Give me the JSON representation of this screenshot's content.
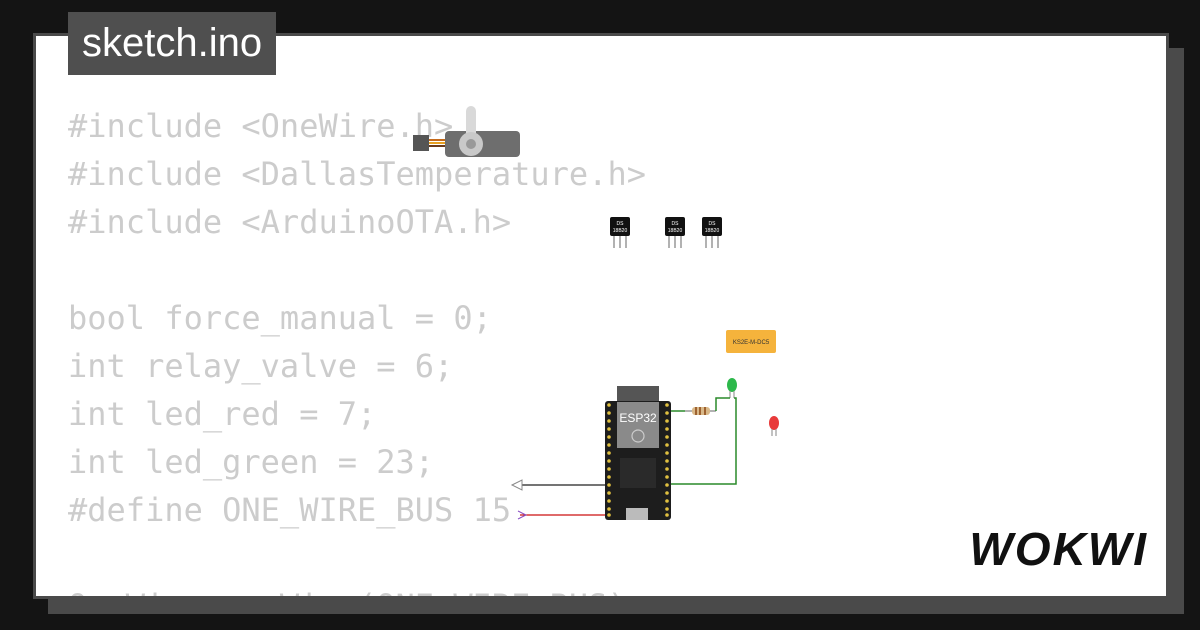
{
  "file_tab": {
    "title": "sketch.ino"
  },
  "code": {
    "lines": [
      "#include <OneWire.h>",
      "#include <DallasTemperature.h>",
      "#include <ArduinoOTA.h>",
      "",
      "bool force_manual = 0;",
      "int relay_valve = 6;",
      "int led_red = 7;",
      "int led_green = 23;",
      "#define ONE_WIRE_BUS 15",
      "",
      "OneWire oneWire(ONE_WIRE_BUS);"
    ]
  },
  "circuit": {
    "board_label": "ESP32",
    "sensor_label_top": "DS",
    "sensor_label_bottom": "18B20",
    "relay_label": "KS2E-M-DC5",
    "colors": {
      "wire_green": "#2a8a2a",
      "wire_red": "#cc1111",
      "wire_black": "#222222",
      "led_green": "#2db84b",
      "led_red": "#e83a3a",
      "relay": "#f5b33c"
    }
  },
  "brand": {
    "logo": "WOKWI"
  }
}
